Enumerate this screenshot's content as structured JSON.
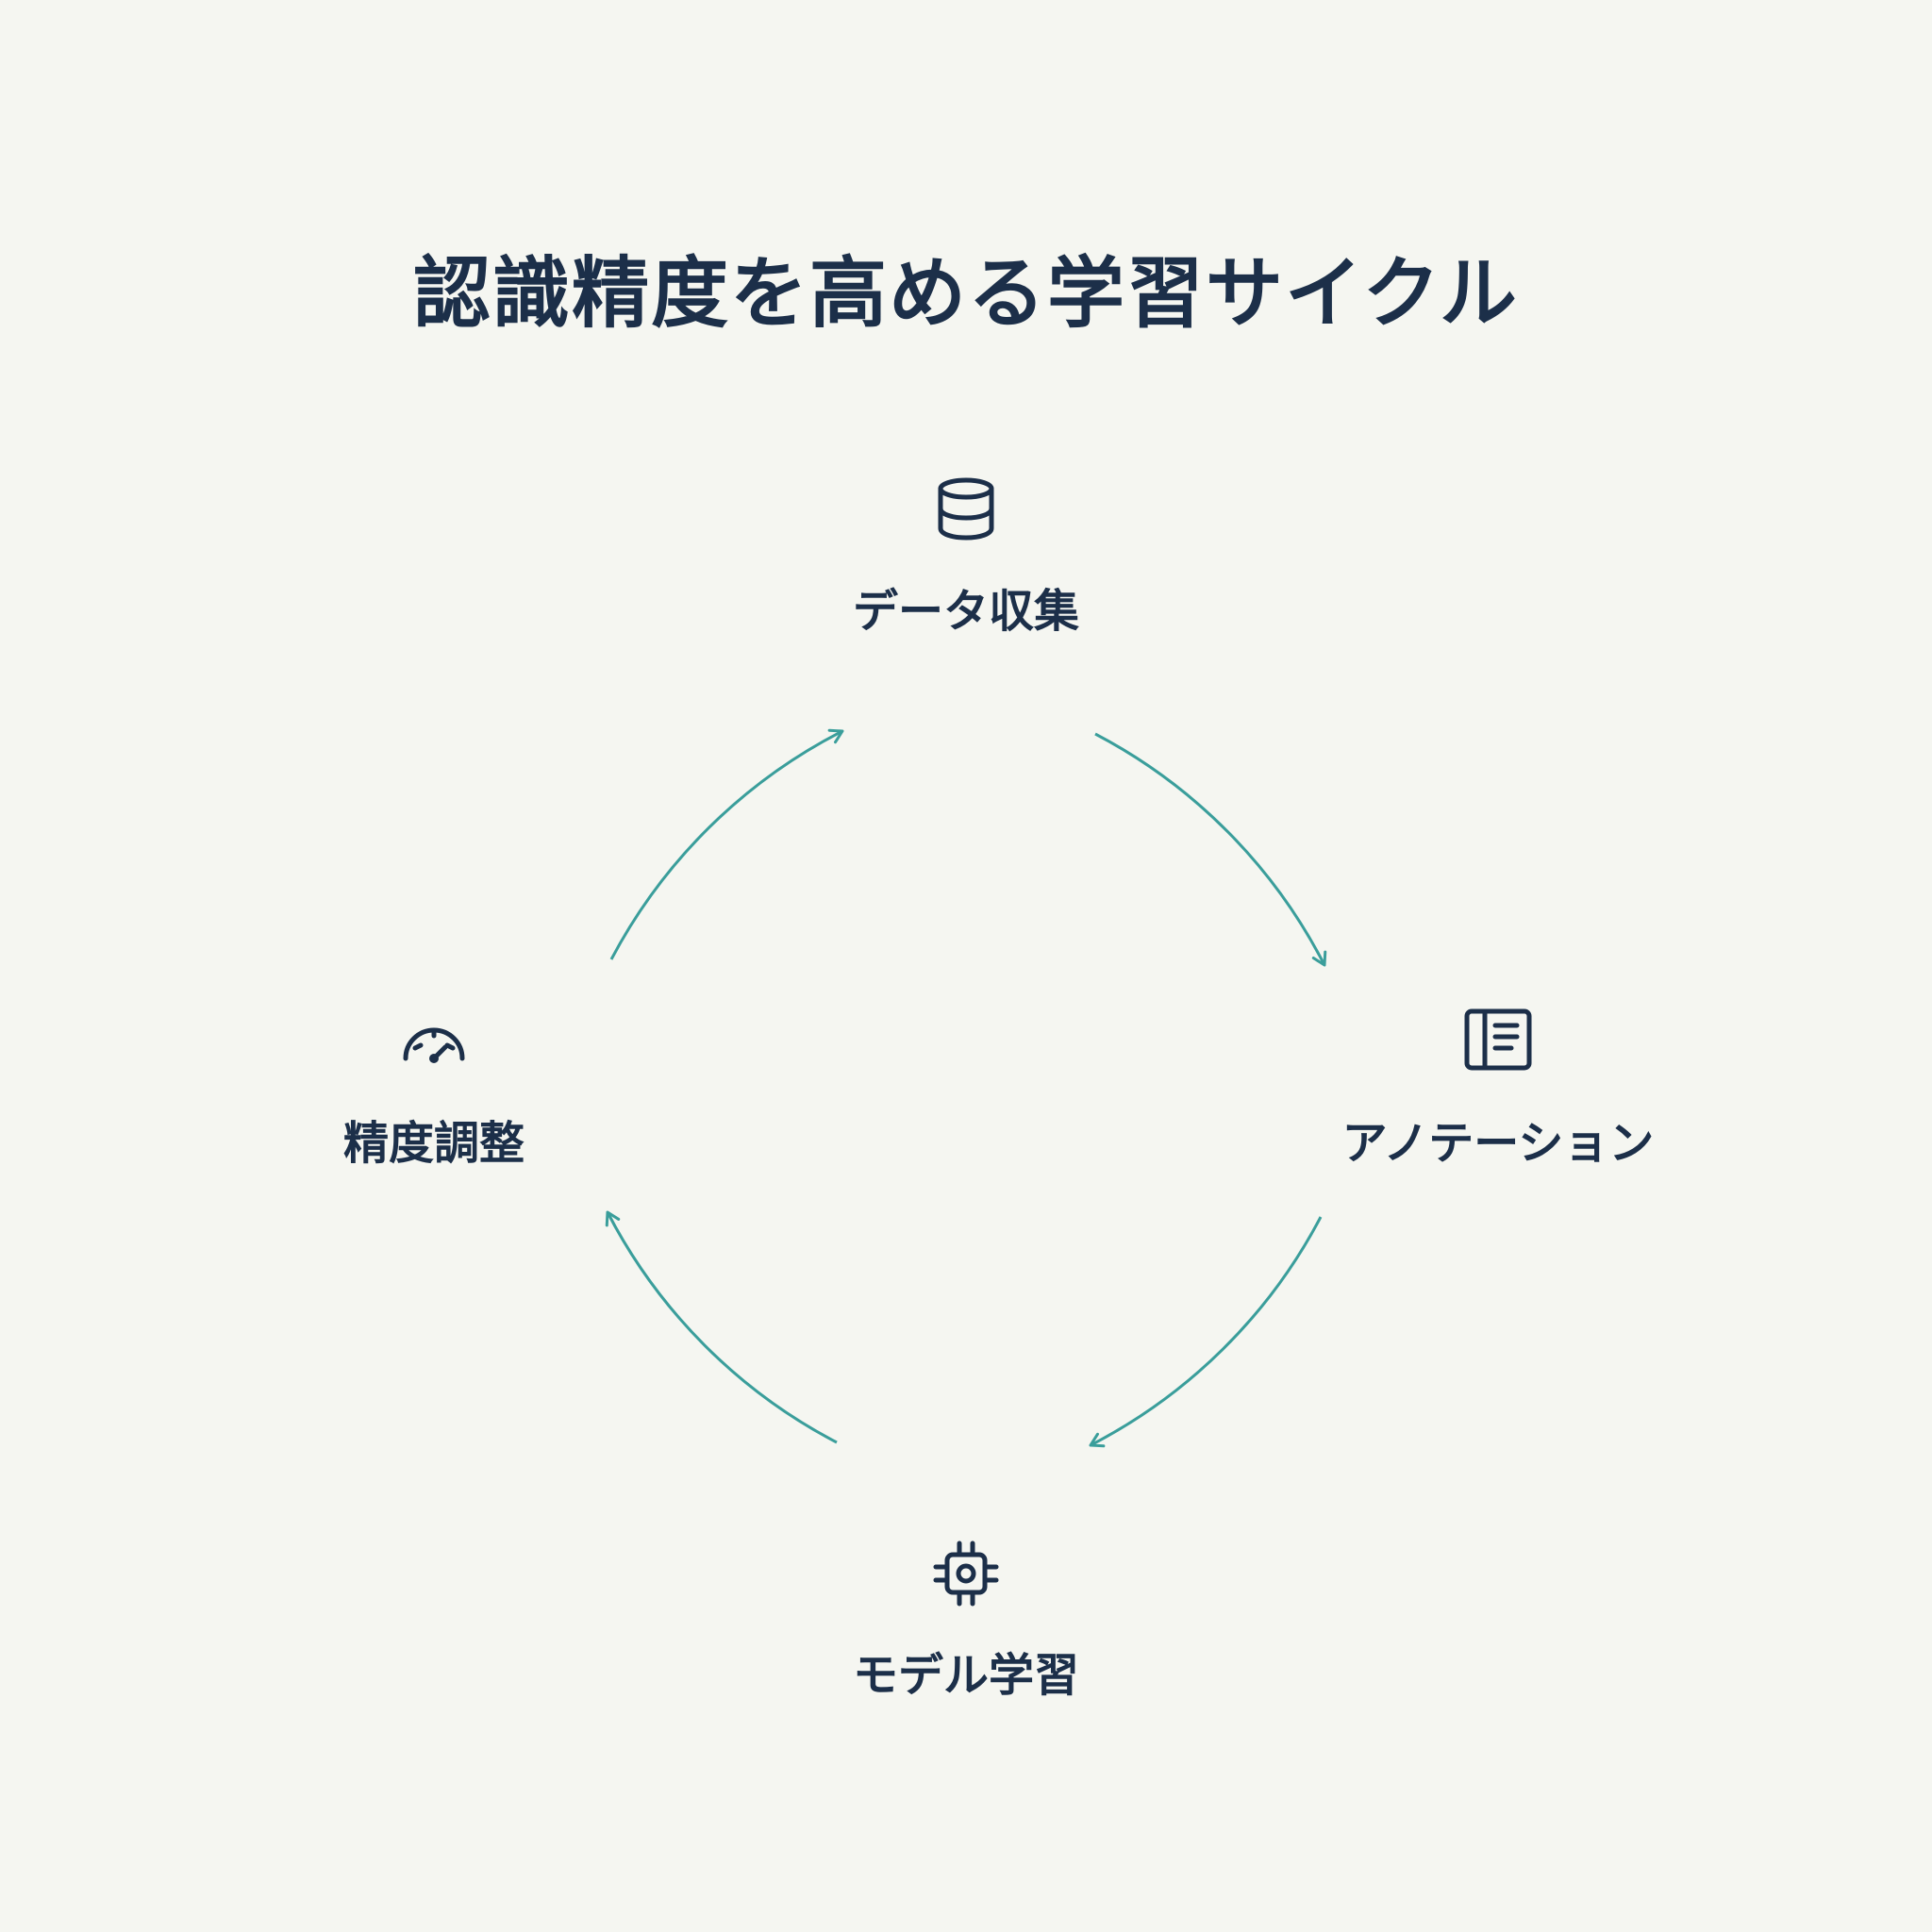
{
  "title": "認識精度を高める学習サイクル",
  "colors": {
    "background": "#f5f6f1",
    "text": "#1c2f49",
    "arrow": "#3a9e9b"
  },
  "steps": [
    {
      "label": "データ収集",
      "icon": "database-icon"
    },
    {
      "label": "アノテーション",
      "icon": "document-list-icon"
    },
    {
      "label": "モデル学習",
      "icon": "cpu-chip-icon"
    },
    {
      "label": "精度調整",
      "icon": "gauge-icon"
    }
  ]
}
